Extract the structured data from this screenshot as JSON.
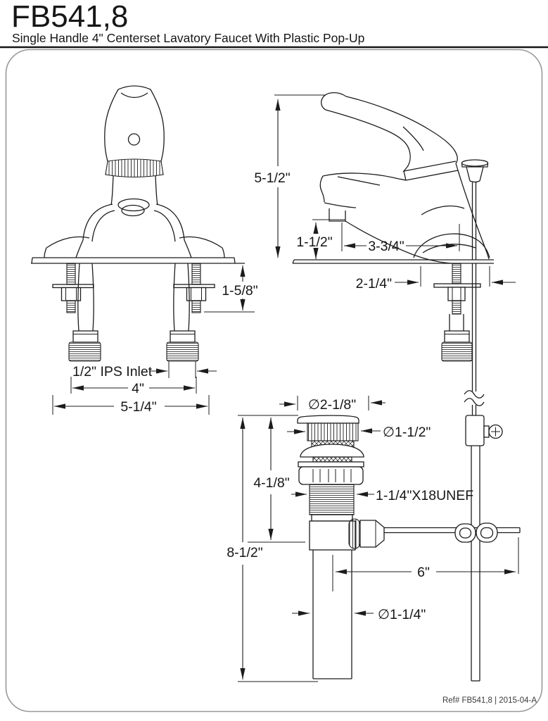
{
  "title": "FB541,8",
  "subtitle": "Single Handle 4\" Centerset Lavatory Faucet With Plastic Pop-Up",
  "ref_note": "Ref# FB541,8 | 2015-04-A",
  "colors": {
    "line": "#1c1c1c",
    "border": "#999999",
    "background": "#ffffff"
  },
  "front_view": {
    "dims": {
      "shank_length": "1-5/8\"",
      "inlet_type": "1/2\" IPS Inlet",
      "faucet_centers": "4\"",
      "overall_width": "5-1/4\""
    }
  },
  "side_view": {
    "dims": {
      "overall_height": "5-1/2\"",
      "spout_height": "1-1/2\"",
      "spout_reach": "3-3/4\"",
      "base_depth": "2-1/4\""
    }
  },
  "popup_drain": {
    "dims": {
      "flange_diameter": "∅2-1/8\"",
      "stopper_diameter": "∅1-1/2\"",
      "flange_to_pivot": "4-1/8\"",
      "shank_thread": "1-1/4\"X18UNEF",
      "overall_length": "8-1/2\"",
      "rod_reach": "6\"",
      "tailpiece_diameter": "∅1-1/4\""
    }
  }
}
